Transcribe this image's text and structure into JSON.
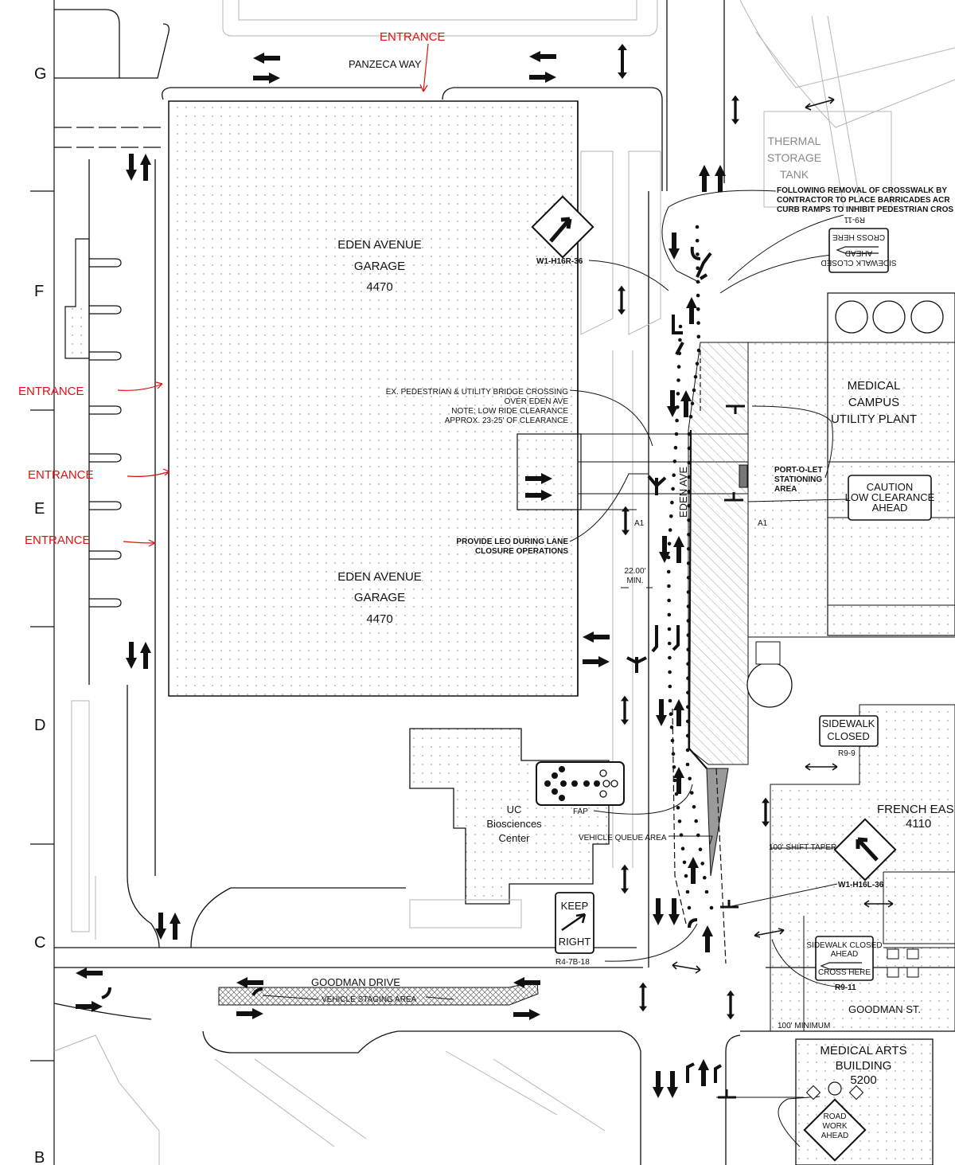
{
  "grid": {
    "g": "G",
    "f": "F",
    "e": "E",
    "d": "D",
    "c": "C",
    "b": "B"
  },
  "entrances": {
    "top": "ENTRANCE",
    "left1": "ENTRANCE",
    "left2": "ENTRANCE",
    "left3": "ENTRANCE"
  },
  "streets": {
    "panzeca": "PANZECA WAY",
    "eden": "EDEN AVE",
    "goodman_drive": "GOODMAN DRIVE",
    "goodman_st": "GOODMAN ST."
  },
  "buildings": {
    "garage_top": [
      "EDEN AVENUE",
      "GARAGE",
      "4470"
    ],
    "garage_bottom": [
      "EDEN AVENUE",
      "GARAGE",
      "4470"
    ],
    "thermal": [
      "THERMAL",
      "STORAGE",
      "TANK"
    ],
    "utility": [
      "MEDICAL",
      "CAMPUS",
      "UTILITY PLANT"
    ],
    "biosciences": [
      "UC",
      "Biosciences",
      "Center"
    ],
    "french": [
      "FRENCH EAS",
      "4110"
    ],
    "arts": [
      "MEDICAL  ARTS",
      "BUILDING",
      "5200"
    ]
  },
  "notes": {
    "crosswalk": [
      "FOLLOWING REMOVAL OF CROSSWALK BY",
      "CONTRACTOR TO PLACE BARRICADES ACR",
      "CURB RAMPS TO INHIBIT PEDESTRIAN CROS"
    ],
    "r9_11_top": "R9-11",
    "w1_h16r": "W1-H16R-36",
    "bridge": [
      "EX. PEDESTRIAN & UTILITY BRIDGE CROSSING",
      "OVER EDEN AVE",
      "NOTE: LOW RIDE CLEARANCE",
      "APPROX. 23-25' OF CLEARANCE"
    ],
    "portolet": [
      "PORT-O-LET",
      "STATIONING",
      "AREA"
    ],
    "leo": [
      "PROVIDE LEO DURING LANE",
      "CLOSURE OPERATIONS"
    ],
    "a1_left": "A1",
    "a1_right": "A1",
    "min_width": [
      "22.00'",
      "MIN."
    ],
    "r9_9": "R9-9",
    "fap": "FAP",
    "queue": "VEHICLE QUEUE AREA",
    "shift_taper": "100' SHIFT TAPER",
    "w1_h16l": "W1-H16L-36",
    "r4_7b": "R4-7B-18",
    "r9_11_bottom": "R9-11",
    "staging": "VEHICLE STAGING AREA",
    "minimum": "100' MINIMUM"
  },
  "signs": {
    "cross_here_top": [
      "CROSS HERE",
      "AHEAD",
      "SIDEWALK CLOSED"
    ],
    "caution": [
      "CAUTION",
      "LOW CLEARANCE",
      "AHEAD"
    ],
    "sidewalk_closed": [
      "SIDEWALK",
      "CLOSED"
    ],
    "keep_right": [
      "KEEP",
      "RIGHT"
    ],
    "cross_here_bottom": [
      "SIDEWALK CLOSED",
      "AHEAD",
      "CROSS HERE"
    ],
    "road_work": [
      "ROAD",
      "WORK",
      "AHEAD"
    ]
  },
  "colors": {
    "annotation_red": "#e01010",
    "work_zone_grey": "#9a9a9a",
    "line": "#111111",
    "faint": "#b5b5b5"
  }
}
